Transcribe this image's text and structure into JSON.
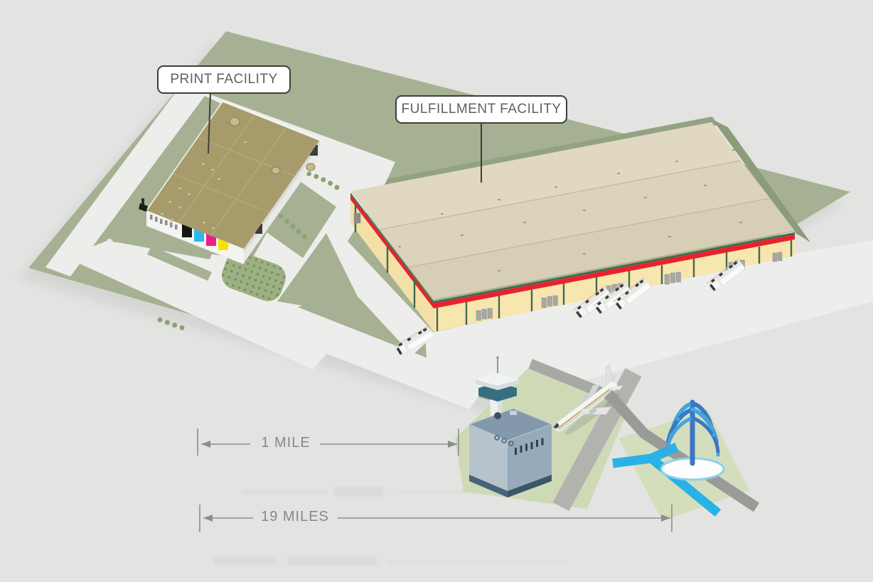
{
  "labels": {
    "print_facility": "PRINT FACILITY",
    "fulfillment_facility": "FULFILLMENT FACILITY"
  },
  "distances": [
    {
      "label": "1 MILE"
    },
    {
      "label": "19 MILES"
    }
  ],
  "palette": {
    "background": "#e3e4e2",
    "parcel_green": "#a6b193",
    "parcel_shadow": "#8c9c7b",
    "road": "#edeeeb",
    "road_dark": "#a8a9a5",
    "print_roof": "#a89b6b",
    "warehouse_roof": "#dbd3bc",
    "warehouse_wall": "#f7e6ae",
    "accent_red": "#e8222d",
    "pilaster_green": "#3f6b54",
    "airport_green": "#ced9b6",
    "fountain_green": "#d3debd",
    "water_blue": "#29b2e6",
    "spray_dark": "#3b77c5",
    "spray_light": "#45a5dd",
    "truck_white": "#fafaf9",
    "ink_black": "#151513",
    "ink_cyan": "#2bb8ea",
    "ink_magenta": "#ea1f8b",
    "ink_yellow": "#f6e400"
  }
}
